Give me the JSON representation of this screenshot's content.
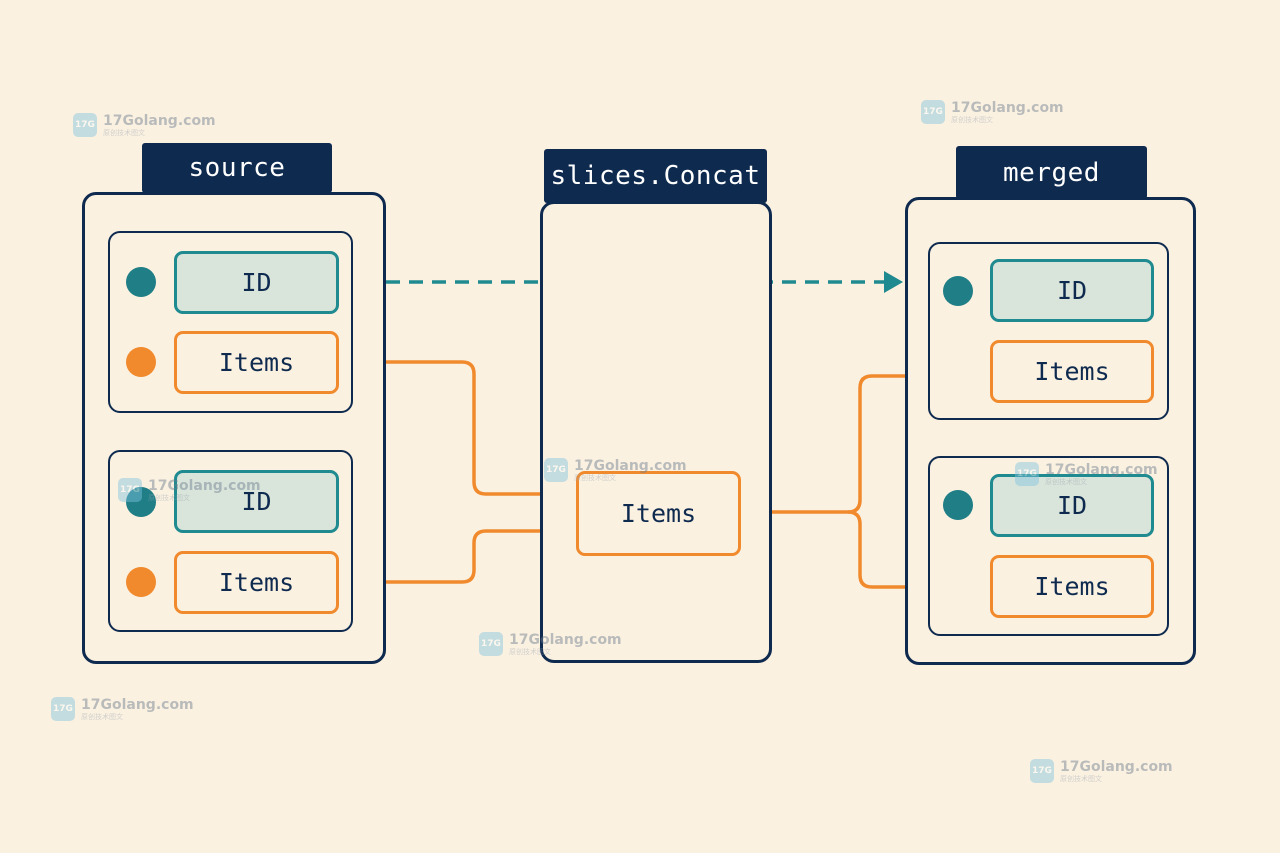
{
  "source": {
    "title": "source",
    "groups": [
      {
        "id_label": "ID",
        "items_label": "Items"
      },
      {
        "id_label": "ID",
        "items_label": "Items"
      }
    ]
  },
  "concat": {
    "title": "slices.Concat",
    "items_label": "Items"
  },
  "merged": {
    "title": "merged",
    "groups": [
      {
        "id_label": "ID",
        "items_label": "Items"
      },
      {
        "id_label": "ID",
        "items_label": "Items"
      }
    ]
  },
  "watermark": {
    "brand": "17Golang.com",
    "tagline": "原创技术图文",
    "icon": "brand-logo-icon"
  },
  "colors": {
    "background": "#fbf1e1",
    "navy": "#0e2a4f",
    "teal": "#1f8a8f",
    "orange": "#f08a2d",
    "id_fill": "#d9e4da"
  }
}
